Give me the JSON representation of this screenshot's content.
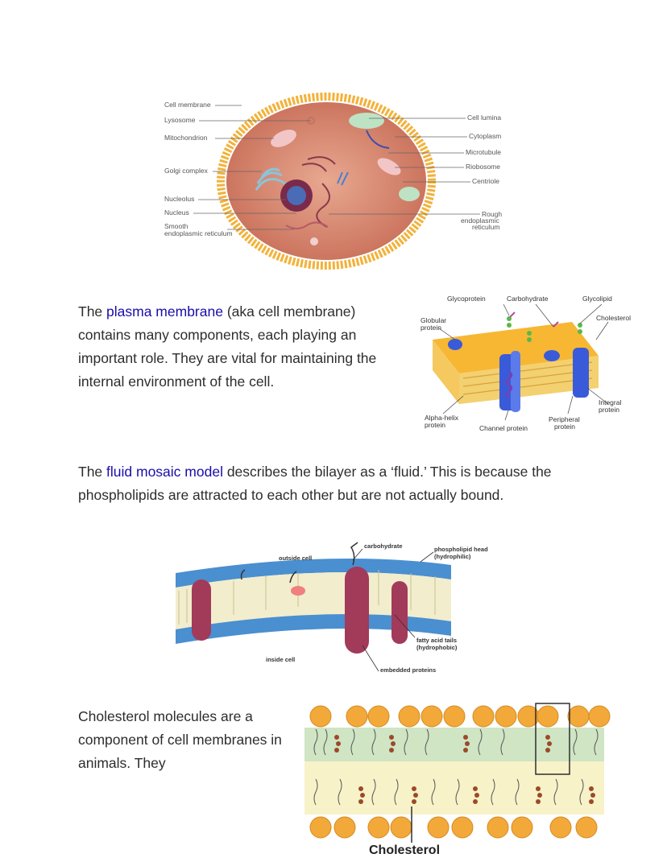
{
  "cell_figure": {
    "left_labels": [
      "Cell membrane",
      "Lysosome",
      "Mitochondrion",
      "Golgi complex",
      "Nucleolus",
      "Nucleus",
      "Smooth",
      "endoplasmic reticulum"
    ],
    "right_labels": [
      "Cell lumina",
      "Cytoplasm",
      "Microtubule",
      "Riobosome",
      "Centriole",
      "Rough",
      "endoplasmic",
      "reticulum"
    ]
  },
  "para1": {
    "prefix": "The ",
    "link": "plasma membrane",
    "rest": " (aka cell membrane) contains many components, each playing an important role. They are vital for maintaining the internal environment of the cell."
  },
  "membrane_figure": {
    "labels": {
      "glycoprotein": "Glycoprotein",
      "carbohydrate": "Carbohydrate",
      "glycolipid": "Glycolipid",
      "globular_1": "Globular",
      "globular_2": "protein",
      "cholesterol": "Cholesterol",
      "integral_1": "Integral",
      "integral_2": "protein",
      "alpha_1": "Alpha-helix",
      "alpha_2": "protein",
      "channel": "Channel protein",
      "peripheral_1": "Peripheral",
      "peripheral_2": "protein"
    }
  },
  "para2": {
    "prefix": "The ",
    "link": "fluid mosaic model",
    "rest": " describes the bilayer as a ‘fluid.’ This is because the phospholipids are attracted to each other but are not actually bound."
  },
  "mosaic_figure": {
    "labels": {
      "carbohydrate": "carbohydrate",
      "head_1": "phospholipid head",
      "head_2": "(hydrophilic)",
      "outside": "outside cell",
      "tails_1": "fatty acid tails",
      "tails_2": "(hydrophobic)",
      "inside": "inside cell",
      "embedded": "embedded proteins"
    }
  },
  "para3": {
    "text": "Cholesterol molecules are a component of cell membranes in animals. They"
  },
  "cholesterol_figure": {
    "label": "Cholesterol"
  },
  "colors": {
    "link": "#1a0dab",
    "cell_fill": "#d98a6e",
    "membrane_orange": "#f5a524",
    "protein_blue": "#3a5bd9",
    "bilayer_blue": "#4a8fd0"
  }
}
